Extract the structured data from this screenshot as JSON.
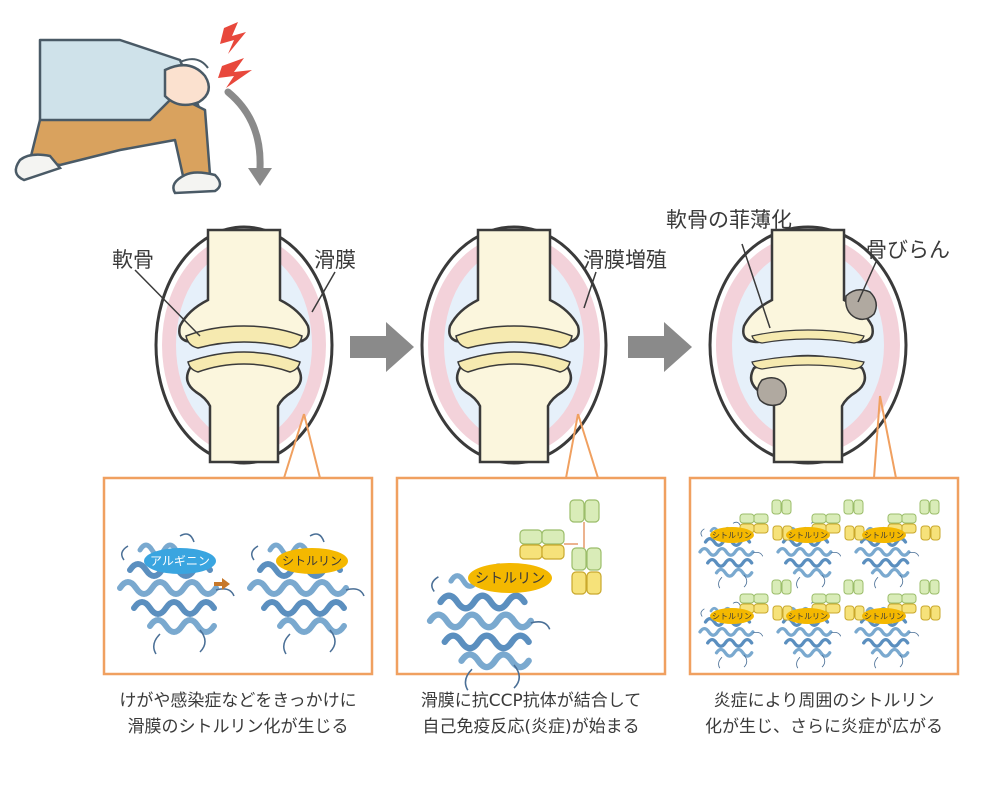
{
  "labels": {
    "cartilage": "軟骨",
    "synovium": "滑膜",
    "synovial_proliferation": "滑膜増殖",
    "cartilage_thinning": "軟骨の菲薄化",
    "bone_spur": "骨びらん"
  },
  "badges": {
    "arginine": "アルギニン",
    "citrulline": "シトルリン"
  },
  "captions": {
    "stage1": {
      "line1": "けがや感染症などをきっかけに",
      "line2": "滑膜のシトルリン化が生じる"
    },
    "stage2": {
      "line1": "滑膜に抗CCP抗体が結合して",
      "line2": "自己免疫反応(炎症)が始まる"
    },
    "stage3": {
      "line1": "炎症により周囲のシトルリン",
      "line2": "化が生じ、さらに炎症が広がる"
    }
  },
  "colors": {
    "accent_orange": "#f0a060",
    "arrow_gray": "#8a8a8a",
    "bone": "#fbf6dd",
    "cartilage": "#f6eab0",
    "synovium": "#f3d2da",
    "protein": "#7aa9cf",
    "arginine_badge": "#3aa5e0",
    "citrulline_badge": "#f4b800",
    "antibody_green": "#d9ecb8",
    "antibody_yellow": "#f6e27a"
  },
  "icons": [
    "kneeling-person-icon",
    "pain-lightning-icon",
    "curved-arrow-icon",
    "right-arrow-icon",
    "protein-icon",
    "antibody-icon"
  ]
}
